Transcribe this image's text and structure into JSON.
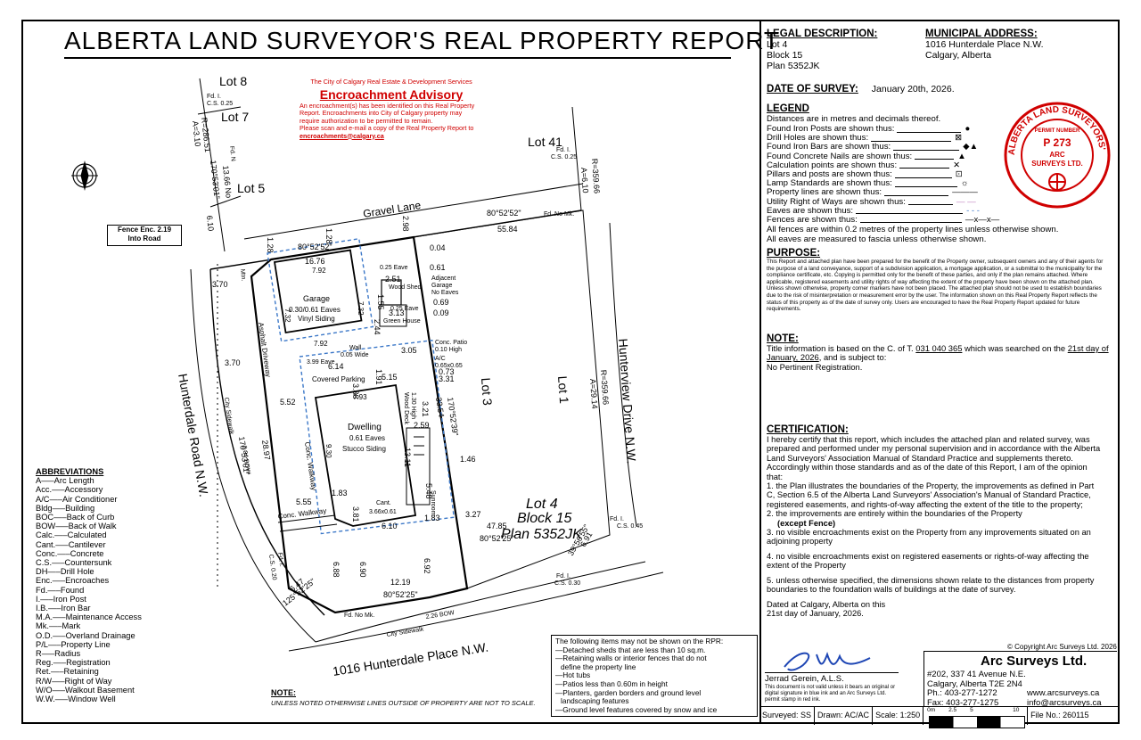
{
  "title": "ALBERTA LAND SURVEYOR'S REAL PROPERTY REPORT",
  "advisory": {
    "org": "The City of Calgary Real Estate & Development Services",
    "heading": "Encroachment Advisory",
    "lines": [
      "An encroachment(s) has been identified on this Real Property",
      "Report. Encroachments into City of Calgary property may",
      "require authorization to be permitted to remain.",
      "Please scan and e-mail a copy of the Real Property Report to"
    ],
    "email": "encroachments@calgary.ca"
  },
  "map": {
    "lots": {
      "lot8": "Lot 8",
      "lot7": "Lot 7",
      "lot5": "Lot 5",
      "lot41": "Lot 41",
      "lot3": "Lot 3",
      "lot1": "Lot 1"
    },
    "streets": {
      "gravel": "Gravel Lane",
      "hunterdale_road": "Hunterdale Road N.W.",
      "hunterview": "Hunterview Drive N.W.",
      "place": "1016 Hunterdale Place N.W."
    },
    "subject": {
      "lot": "Lot 4",
      "block": "Block 15",
      "plan": "Plan 5352JK"
    },
    "fence_note": {
      "line1": "Fence Enc. 2.19",
      "line2": "Into Road"
    },
    "garage": {
      "name": "Garage",
      "eaves": "0.30/0.61 Eaves",
      "siding": "Vinyl Siding",
      "w": "7.92",
      "h": "7.32"
    },
    "dwelling": {
      "name": "Dwelling",
      "eaves": "0.61 Eaves",
      "siding": "Stucco Siding",
      "w": "7.93",
      "d": "9.30"
    },
    "labels": {
      "asphalt": "Asphalt Driveway",
      "covered": "Covered Parking",
      "conc_walk": "Conc. Walkway",
      "conc_walk2": "Conc. Walkway",
      "wood_shed": "Wood Shed",
      "green_house": "Green House",
      "adjacent": "Adjacent",
      "adj_garage": "Garage",
      "no_eaves": "No Eaves",
      "patio1": "Conc. Patio",
      "patio2": "0.10 High",
      "ac": "A/C",
      "ac_dim": "0.65x0.65",
      "deck1": "Wood Deck",
      "deck2": "1.30 High",
      "sunroom": "Sunroom",
      "cant": "Cant.",
      "cant_dim": "3.66x0.61",
      "city_sidewalk": "City Sidewalk",
      "city_sidewalk2": "City Sidewalk",
      "bow1": "2.34 BOW",
      "bow2": "2.26 BOW",
      "wall": "Wall",
      "wall_dim": "0.05 Wide",
      "eave1": "0.25 Eave",
      "eave2": "0.25 Eave",
      "eave3": "3.99 Eave",
      "fd_nomk1": "Fd. No Mk.",
      "fd_nomk2": "Fd. No Mk.",
      "fd_i1": "Fd. I.",
      "cs025": "C.S. 0.25",
      "fd_i2": "Fd. I.",
      "cs025b": "C.S. 0.25",
      "fd_i3": "Fd. I.",
      "cs045": "C.S. 0.45",
      "fd_i4": "Fd. I.",
      "cs030": "C.S. 0.30",
      "fd_i5": "Fd. I.",
      "cs020": "C.S. 0.20",
      "fd_n": "Fd. N",
      "mtn": "Mtn."
    },
    "dims": {
      "b1": "80°52'52\"",
      "b2": "16.76",
      "b3": "80°52'52\"",
      "b4": "55.84",
      "b5": "170°53'01\"",
      "b6": "28.97",
      "b7": "170°52'39\"",
      "b8": "33.54",
      "b9": "80°52'25\"",
      "b10": "47.85",
      "b11": "80°52'25\"",
      "b12": "12.19",
      "b13": "125°52'25\"",
      "b14": "6.47",
      "b15": "39°56'55\"",
      "b16": "6.91",
      "b17": "R=359.66",
      "b18": "A=29.14",
      "b19": "R=359.66",
      "b20": "A=6.10",
      "b21": "R=286.51",
      "b22": "A=3.10",
      "b23": "170°53'01\"",
      "b24": "6.10",
      "b25": "13.66 No",
      "d1": "0.04",
      "d2": "0.61",
      "d3": "0.69",
      "d4": "0.09",
      "d5": "2.51",
      "d6": "1.55",
      "d7": "2.44",
      "d8": "3.13",
      "d9": "3.05",
      "d10": "0.73",
      "d11": "3.31",
      "d12": "1.91",
      "d13": "5.15",
      "d14": "3.38",
      "d15": "6.14",
      "d16": "5.52",
      "d17": "5.55",
      "d18": "1.83",
      "d19": "3.81",
      "d20": "6.10",
      "d21": "1.83",
      "d22": "3.27",
      "d23": "1.46",
      "d24": "2.59",
      "d25": "3.21",
      "d26": "13.11",
      "d27": "5.48",
      "d28": "6.88",
      "d29": "6.90",
      "d30": "6.92",
      "d31": "1.28",
      "d32": "1.28",
      "d33": "2.98",
      "d34": "3.70",
      "d35": "3.70"
    }
  },
  "abbreviations": {
    "heading": "ABBREVIATIONS",
    "items": [
      "A—–Arc Length",
      "Acc.—–Accessory",
      "A/C—–Air Conditioner",
      "Bldg—–Building",
      "BOC—–Back of Curb",
      "BOW—–Back of Walk",
      "Calc.—–Calculated",
      "Cant.—–Cantilever",
      "Conc.—–Concrete",
      "C.S.—–Countersunk",
      "DH—–Drill Hole",
      "Enc.—–Encroaches",
      "Fd.—–Found",
      "I.—–Iron Post",
      "I.B.—–Iron Bar",
      "M.A.—–Maintenance Access",
      "Mk.—–Mark",
      "O.D.—–Overland Drainage",
      "P/L—–Property Line",
      "R—–Radius",
      "Reg.—–Registration",
      "Ret.—–Retaining",
      "R/W—–Right of Way",
      "W/O—–Walkout Basement",
      "W.W.—–Window Well"
    ]
  },
  "note_bottom": {
    "heading": "NOTE:",
    "text": "UNLESS NOTED OTHERWISE LINES OUTSIDE OF PROPERTY ARE NOT TO SCALE."
  },
  "rpr_note": {
    "heading": "The following items may not be shown on the RPR:",
    "items": [
      "—Detached sheds that are less than 10 sq.m.",
      "—Retaining walls or interior fences that do not",
      "  define the property line",
      "—Hot tubs",
      "—Patios less than 0.60m in height",
      "—Planters, garden borders and ground level",
      "  landscaping features",
      "—Ground level features covered by snow and ice"
    ]
  },
  "legal": {
    "heading": "LEGAL DESCRIPTION:",
    "lot": "Lot 4",
    "block": "Block 15",
    "plan": "Plan 5352JK"
  },
  "municipal": {
    "heading": "MUNICIPAL ADDRESS:",
    "line1": "1016 Hunterdale Place N.W.",
    "line2": "Calgary, Alberta"
  },
  "survey_date": {
    "heading": "DATE OF SURVEY:",
    "value": "January 20th, 2026."
  },
  "legend": {
    "heading": "LEGEND",
    "intro": "Distances are in metres and decimals thereof.",
    "rows": [
      {
        "label": "Found Iron Posts are shown thus:",
        "sym": "●"
      },
      {
        "label": "Drill Holes are shown thus:",
        "sym": "⊠"
      },
      {
        "label": "Found Iron Bars are shown thus:",
        "sym": "◆▲"
      },
      {
        "label": "Found Concrete Nails are shown thus:",
        "sym": "▲"
      },
      {
        "label": "Calculation points are shown thus:",
        "sym": "✕"
      },
      {
        "label": "Pillars and posts are shown thus:",
        "sym": "⊡"
      },
      {
        "label": "Lamp Standards are shown thus:",
        "sym": "☼"
      },
      {
        "label": "Property lines are shown thus:",
        "sym": "———"
      },
      {
        "label": "Utility Right of Ways are shown thus:",
        "sym": "— —"
      },
      {
        "label": "Eaves are shown thus:",
        "sym": "- - -"
      },
      {
        "label": "Fences are shown thus:",
        "sym": "—x—x—"
      }
    ],
    "note1": "All fences are within 0.2 metres of the property lines unless otherwise shown.",
    "note2": "All eaves are measured to fascia unless otherwise shown."
  },
  "seal": {
    "top": "ALBERTA LAND SURVEYORS' ASSOCIATION",
    "permit": "PERMIT NUMBER",
    "number": "P 273",
    "firm1": "ARC",
    "firm2": "SURVEYS LTD."
  },
  "purpose": {
    "heading": "PURPOSE:",
    "text": "This Report and attached plan have been prepared for the benefit of the Property owner, subsequent owners and any of their agents for the purpose of a land conveyance, support of a subdivision application, a mortgage application, or a submittal to the municipality for the compliance certificate, etc. Copying is permitted only for the benefit of these parties, and only if the plan remains attached. Where applicable, registered easements and utility rights of way affecting the extent of the property have been shown on the attached plan. Unless shown otherwise, property corner markers have not been placed. The attached plan should not be used to establish boundaries due to the risk of misinterpretation or measurement error by the user. The information shown on this Real Property Report reflects the status of this property as of the date of survey only. Users are encouraged to have the Real Property Report updated for future requirements."
  },
  "note_title": {
    "heading": "NOTE:",
    "pre": "Title information is based on the C. of T. ",
    "cot": "031 040 365",
    "mid": " which was searched on the ",
    "date": "21st day of January, 2026",
    "post": ", and is subject to:",
    "line2": "No Pertinent Registration."
  },
  "certification": {
    "heading": "CERTIFICATION:",
    "intro": "I hereby certify that this report, which includes the attached plan and related survey, was prepared and performed under my personal supervision and in accordance with the Alberta Land Surveyors' Association Manual of Standard Practice and supplements thereto. Accordingly within those standards and as of the date of this Report, I am of the opinion that:",
    "p1": "1. the Plan illustrates the boundaries of the Property, the improvements as defined in Part C, Section 6.5 of the Alberta Land Surveyors' Association's Manual of Standard Practice, registered easements, and rights-of-way affecting the extent of the title to the property;",
    "p2": "2. the improvements are entirely within the boundaries of the Property",
    "p2b": "(except Fence)",
    "p3": "3. no visible encroachments exist on the Property from any improvements situated on an adjoining property",
    "p4": "4. no visible encroachments exist on registered easements or rights-of-way affecting the extent of the Property",
    "p5": "5. unless otherwise specified, the dimensions shown relate to the distances from property boundaries to the foundation walls of buildings at the date of survey.",
    "dated1": "Dated at Calgary, Alberta on this",
    "dated2": "21st day of January, 2026."
  },
  "signature": {
    "name": "Jerrad Gerein, A.L.S.",
    "disclaimer": "This document is not valid unless it bears an original or digital signature in blue ink and an Arc Surveys Ltd. permit stamp in red ink."
  },
  "company": {
    "copyright": "© Copyright Arc Surveys Ltd. 2026",
    "name": "Arc Surveys Ltd.",
    "addr1": "#202, 337 41 Avenue N.E.",
    "addr2": "Calgary, Alberta T2E 2N4",
    "ph": "Ph.: 403-277-1272",
    "fax": "Fax: 403-277-1275",
    "web": "www.arcsurveys.ca",
    "email": "info@arcsurveys.ca"
  },
  "footer": {
    "surveyed": "Surveyed: SS",
    "drawn": "Drawn: AC/AC",
    "scale": "Scale: 1:250",
    "s0": "0m",
    "s1": "2.5",
    "s2": "5",
    "s3": "10",
    "file": "File No.: 260115"
  }
}
